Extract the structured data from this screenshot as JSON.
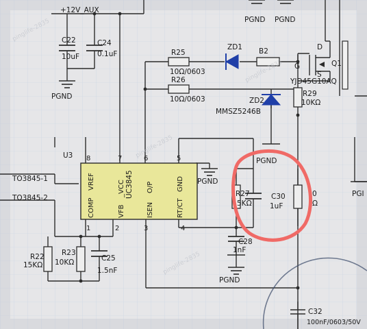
{
  "labels": {
    "rail": "+12V_AUX",
    "pgnd": "PGND",
    "c22": "C22",
    "c22v": "10uF",
    "c24": "C24",
    "c24v": "0.1uF",
    "r25": "R25",
    "r25v": "10Ω/0603",
    "r26": "R26",
    "r26v": "10Ω/0603",
    "zd1": "ZD1",
    "b2": "B2",
    "zd2": "ZD2",
    "zd2v": "MMSZ5246B",
    "q1": "Q1",
    "q1v": "YJD45G10AQ",
    "gate": "G",
    "source": "S",
    "drain": "D",
    "r29": "R29",
    "r29v": "10KΩ",
    "u3": "U3",
    "ic": "UC3845",
    "pin_comp": "COMP",
    "pin_vref": "VREF",
    "pin_vfb": "VFB",
    "pin_vcc": "_VCC",
    "pin_isen": "ISEN",
    "pin_op": "O/P",
    "pin_rtct": "RT/CT",
    "pin_gnd": "GND",
    "n8": "8",
    "n7": "7",
    "n6": "6",
    "n5": "5",
    "n1": "1",
    "n2": "2",
    "n3": "3",
    "n4": "4",
    "to1": "TO3845-1",
    "to2": "TO3845-2",
    "r22": "R22",
    "r22v": "15KΩ",
    "r23": "R23",
    "r23v": "10KΩ",
    "c25": "C25",
    "c25v": "1.5nF",
    "r27": "R27",
    "r27v": "5KΩ",
    "c30": "C30",
    "c30v": "1uF",
    "c28": "C28",
    "c28v": "1nF",
    "r_partial": "0",
    "r_partial_v": "Ω",
    "c32": "C32",
    "c32v": "100nF/0603/50V",
    "pgnd_right": "PGI"
  },
  "colors": {
    "wire": "#2b2b2b",
    "ic_fill": "#e9e79a",
    "diode": "#1f3fa8",
    "highlight": "#f06a66",
    "grid": "#c7d3e4",
    "background": "#e6e6e8"
  }
}
